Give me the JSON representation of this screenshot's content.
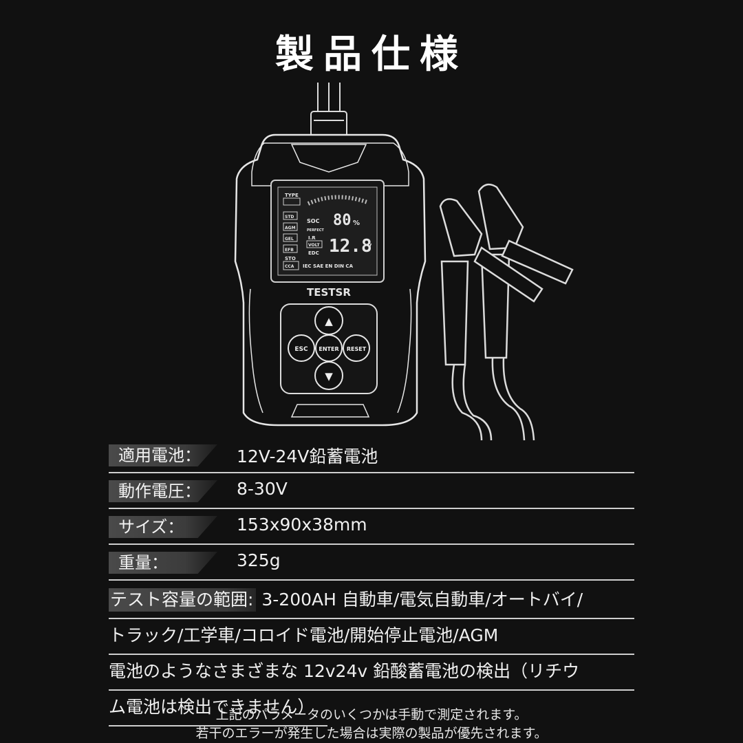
{
  "title": "製品仕様",
  "device": {
    "brand": "TESTSR",
    "screen": {
      "type_label": "TYPE",
      "soc_label": "SOC",
      "soc_value": "80",
      "soc_unit": "%",
      "perfect_label": "PERFECT",
      "ir_label": "I.R",
      "volt_label": "VOLT",
      "voltage_value": "12.8",
      "voltage_unit": "V",
      "edc_label": "EDC",
      "cca_label": "CCA",
      "standards": "IEC SAE EN DIN CA",
      "battery_types": [
        "STD",
        "AGM",
        "GEL",
        "EFB"
      ],
      "sto_label": "STO"
    },
    "buttons": {
      "up": "▲",
      "down": "▼",
      "esc": "ESC",
      "enter": "ENTER",
      "reset": "RESET"
    }
  },
  "specs": [
    {
      "label": "適用電池：",
      "value": "12V-24V鉛蓄電池"
    },
    {
      "label": "動作電圧：",
      "value": "8-30V"
    },
    {
      "label": "サイズ：",
      "value": "153x90x38mm"
    },
    {
      "label": "重量：",
      "value": "325g"
    }
  ],
  "test_range": {
    "label": "テスト容量の範囲:",
    "lines": [
      " 3-200AH 自動車/電気自動車/オートバイ/",
      "トラック/工学車/コロイド電池/開始停止電池/AGM",
      "電池のようなさまざまな 12v24v 鉛酸蓄電池の検出（リチウ",
      "ム電池は検出できません）"
    ]
  },
  "notes": [
    "上記のパラメータのいくつかは手動で測定されます。",
    "若干のエラーが発生した場合は実際の製品が優先されます。"
  ]
}
